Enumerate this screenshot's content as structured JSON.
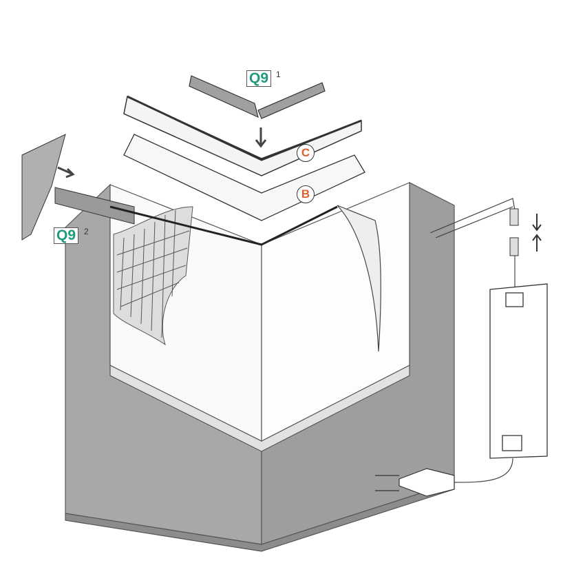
{
  "labels": {
    "q9_top": {
      "text": "Q9",
      "sup": "1"
    },
    "q9_left": {
      "text": "Q9",
      "sup": "2"
    },
    "c": "C",
    "b": "B"
  },
  "colors": {
    "teal": "#1f9a7e",
    "orange": "#e0602a",
    "wall_gray": "#a9a9a9"
  }
}
